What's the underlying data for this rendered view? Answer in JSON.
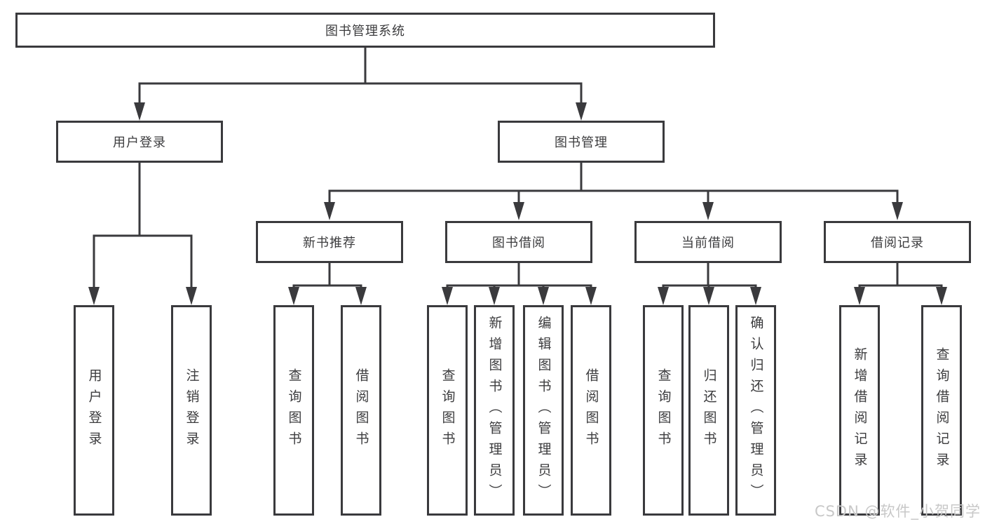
{
  "title": "图书管理系统",
  "watermark": "CSDN @软件_小贺同学",
  "colors": {
    "background": "#ffffff",
    "line": "#3a3a3d",
    "box_border": "#3a3a3d",
    "text": "#3c3c3e",
    "watermark": "#c8c8c8"
  },
  "tree": {
    "root": {
      "label": "图书管理系统",
      "children": [
        {
          "label": "用户登录",
          "children": [
            {
              "label": "用户登录"
            },
            {
              "label": "注销登录"
            }
          ]
        },
        {
          "label": "图书管理",
          "children": [
            {
              "label": "新书推荐",
              "children": [
                {
                  "label": "查询图书"
                },
                {
                  "label": "借阅图书"
                }
              ]
            },
            {
              "label": "图书借阅",
              "children": [
                {
                  "label": "查询图书"
                },
                {
                  "label": "新增图书（管理员）"
                },
                {
                  "label": "编辑图书（管理员）"
                },
                {
                  "label": "借阅图书"
                }
              ]
            },
            {
              "label": "当前借阅",
              "children": [
                {
                  "label": "查询图书"
                },
                {
                  "label": "归还图书"
                },
                {
                  "label": "确认归还（管理员）"
                }
              ]
            },
            {
              "label": "借阅记录",
              "children": [
                {
                  "label": "新增借阅记录"
                },
                {
                  "label": "查询借阅记录"
                }
              ]
            }
          ]
        }
      ]
    }
  }
}
